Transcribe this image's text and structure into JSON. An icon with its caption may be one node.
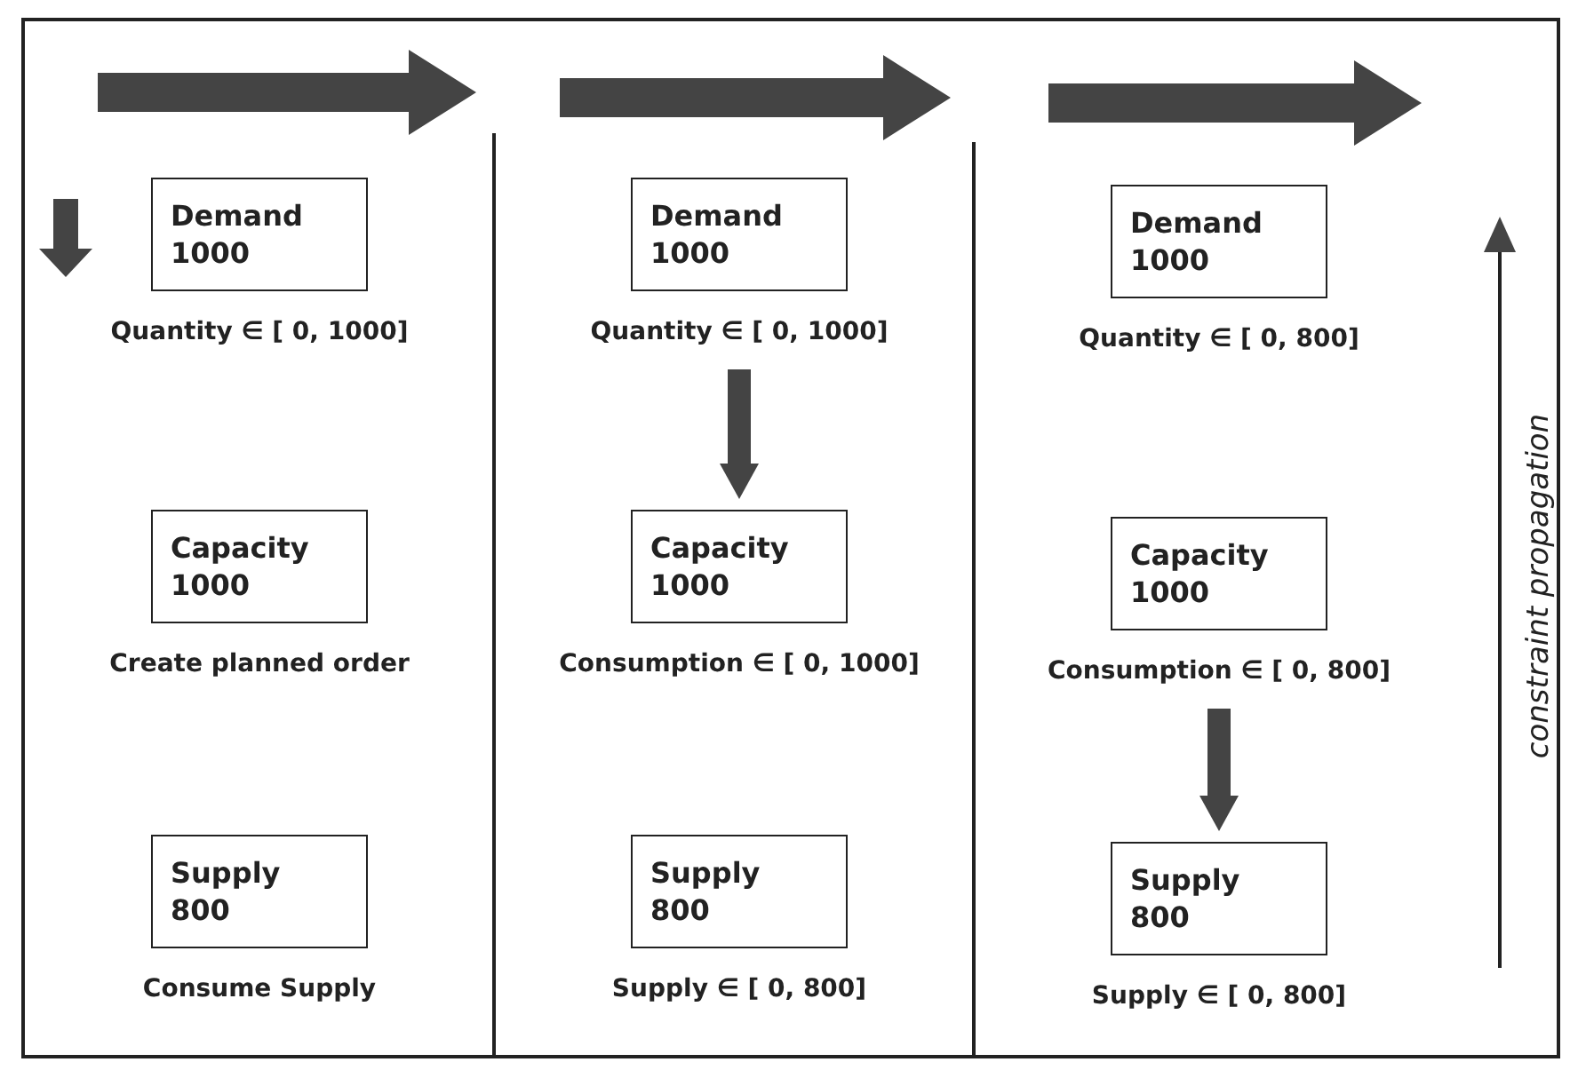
{
  "diagram": {
    "nodes": [
      {
        "text": [
          "Demand",
          "1000"
        ],
        "beside": [
          "Quantity ∈ [ 0, 1000]"
        ]
      },
      {
        "text": [
          "Capacity",
          "1000"
        ],
        "beside": [
          "Create planned order"
        ]
      },
      {
        "text": [
          "Supply",
          "800"
        ],
        "beside": [
          "Consume Supply"
        ]
      },
      {
        "text": [
          "Demand",
          "1000"
        ],
        "beside": [
          "Quantity ∈ [ 0, 1000]"
        ]
      },
      {
        "text": [
          "Capacity",
          "1000"
        ],
        "beside": [
          "Consumption ∈ [ 0, 1000]"
        ]
      },
      {
        "text": [
          "Supply",
          "800"
        ],
        "beside": [
          "Supply ∈ [ 0, 800]"
        ]
      },
      {
        "text": [
          "Demand",
          "1000"
        ],
        "beside": [
          "Quantity ∈ [ 0, 800]"
        ]
      },
      {
        "text": [
          "Capacity",
          "1000"
        ],
        "beside": [
          "Consumption ∈ [ 0, 800]"
        ]
      },
      {
        "text": [
          "Supply",
          "800"
        ],
        "beside": [
          "Supply ∈ [ 0, 800]"
        ]
      }
    ],
    "edges": [
      {
        "from": 3,
        "to": 4,
        "arrow": "to"
      },
      {
        "from": 7,
        "to": 8,
        "arrow": "to"
      }
    ],
    "labels": [
      "constraint propagation"
    ]
  }
}
